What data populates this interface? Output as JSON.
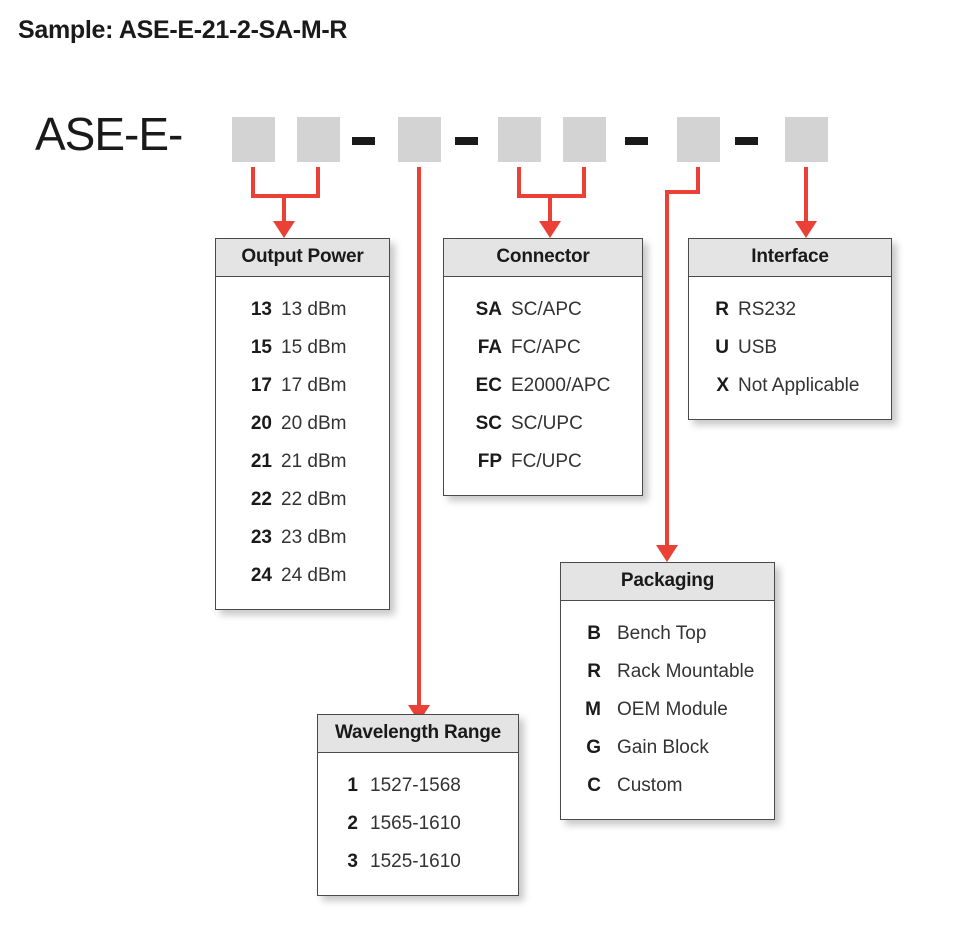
{
  "sample": {
    "label": "Sample: ASE-E-21-2-SA-M-R"
  },
  "part_number": {
    "prefix": "ASE-E-",
    "boxes": 8,
    "dashes": 4
  },
  "colors": {
    "arrow_red": "#ea4036",
    "box_gray": "#d3d3d3",
    "header_gray": "#e4e4e4",
    "border_gray": "#4a4a4a",
    "text_dark": "#1a1a1a"
  },
  "tables": {
    "output_power": {
      "title": "Output Power",
      "rows": [
        {
          "code": "13",
          "desc": "13 dBm"
        },
        {
          "code": "15",
          "desc": "15 dBm"
        },
        {
          "code": "17",
          "desc": "17 dBm"
        },
        {
          "code": "20",
          "desc": "20 dBm"
        },
        {
          "code": "21",
          "desc": "21 dBm"
        },
        {
          "code": "22",
          "desc": "22 dBm"
        },
        {
          "code": "23",
          "desc": "23 dBm"
        },
        {
          "code": "24",
          "desc": "24 dBm"
        }
      ]
    },
    "connector": {
      "title": "Connector",
      "rows": [
        {
          "code": "SA",
          "desc": "SC/APC"
        },
        {
          "code": "FA",
          "desc": "FC/APC"
        },
        {
          "code": "EC",
          "desc": "E2000/APC"
        },
        {
          "code": "SC",
          "desc": "SC/UPC"
        },
        {
          "code": "FP",
          "desc": "FC/UPC"
        }
      ]
    },
    "interface": {
      "title": "Interface",
      "rows": [
        {
          "code": "R",
          "desc": "RS232"
        },
        {
          "code": "U",
          "desc": "USB"
        },
        {
          "code": "X",
          "desc": "Not Applicable"
        }
      ]
    },
    "packaging": {
      "title": "Packaging",
      "rows": [
        {
          "code": "B",
          "desc": "Bench Top"
        },
        {
          "code": "R",
          "desc": "Rack Mountable"
        },
        {
          "code": "M",
          "desc": "OEM Module"
        },
        {
          "code": "G",
          "desc": "Gain Block"
        },
        {
          "code": "C",
          "desc": "Custom"
        }
      ]
    },
    "wavelength_range": {
      "title": "Wavelength Range",
      "rows": [
        {
          "code": "1",
          "desc": "1527-1568"
        },
        {
          "code": "2",
          "desc": "1565-1610"
        },
        {
          "code": "3",
          "desc": "1525-1610"
        }
      ]
    }
  }
}
